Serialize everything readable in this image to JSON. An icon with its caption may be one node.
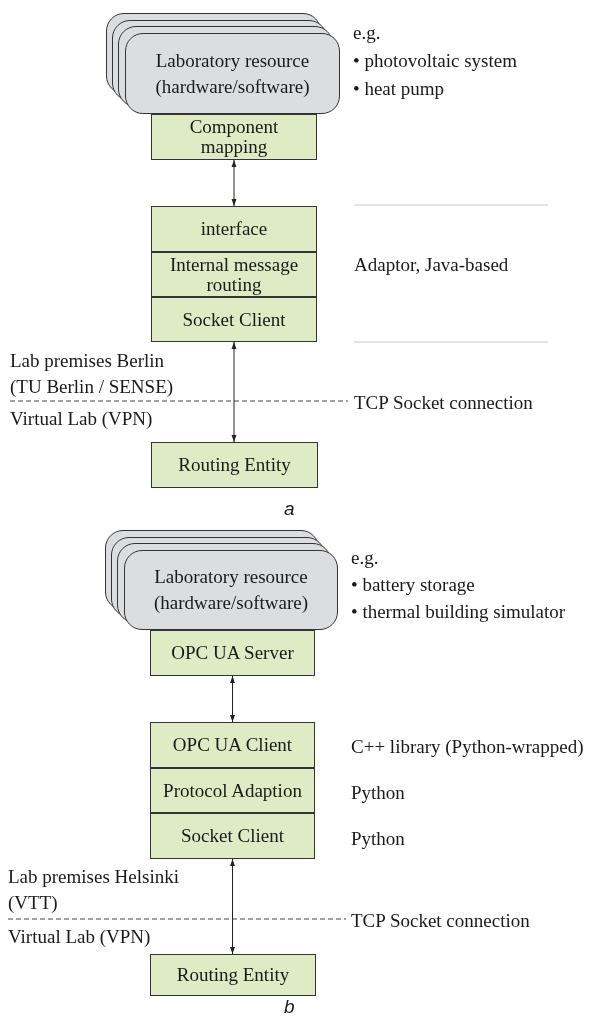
{
  "diagram": {
    "nodes": [
      {
        "text": [
          "Laboratory resource (hardware/software)"
        ]
      },
      {
        "text": [
          "Component mapping"
        ]
      },
      {
        "text": [
          "interface"
        ]
      },
      {
        "text": [
          "Internal message routing"
        ]
      },
      {
        "text": [
          "Socket Client"
        ]
      },
      {
        "text": [
          "Routing Entity"
        ]
      },
      {
        "text": [
          "Laboratory resource (hardware/software)"
        ]
      },
      {
        "text": [
          "OPC UA Server"
        ]
      },
      {
        "text": [
          "OPC UA Client"
        ]
      },
      {
        "text": [
          "Protocol Adaption"
        ]
      },
      {
        "text": [
          "Socket Client"
        ]
      },
      {
        "text": [
          "Routing Entity"
        ]
      }
    ],
    "edges": [
      {
        "from": 1,
        "to": 2,
        "arrow": "both"
      },
      {
        "from": 4,
        "to": 5,
        "arrow": "both"
      },
      {
        "from": 7,
        "to": 8,
        "arrow": "both"
      },
      {
        "from": 10,
        "to": 11,
        "arrow": "both"
      }
    ],
    "labels": [
      "e.g.",
      "• photovoltaic system",
      "• heat pump",
      "Adaptor, Java-based",
      "Lab premises Berlin (TU Berlin / SENSE)",
      "TCP Socket connection",
      "Virtual Lab (VPN)",
      "a",
      "e.g.",
      "• battery storage",
      "• thermal building simulator",
      "C++ library (Python-wrapped)",
      "Python",
      "Python",
      "Lab premises Helsinki (VTT)",
      "TCP Socket connection",
      "Virtual Lab (VPN)",
      "b"
    ]
  }
}
